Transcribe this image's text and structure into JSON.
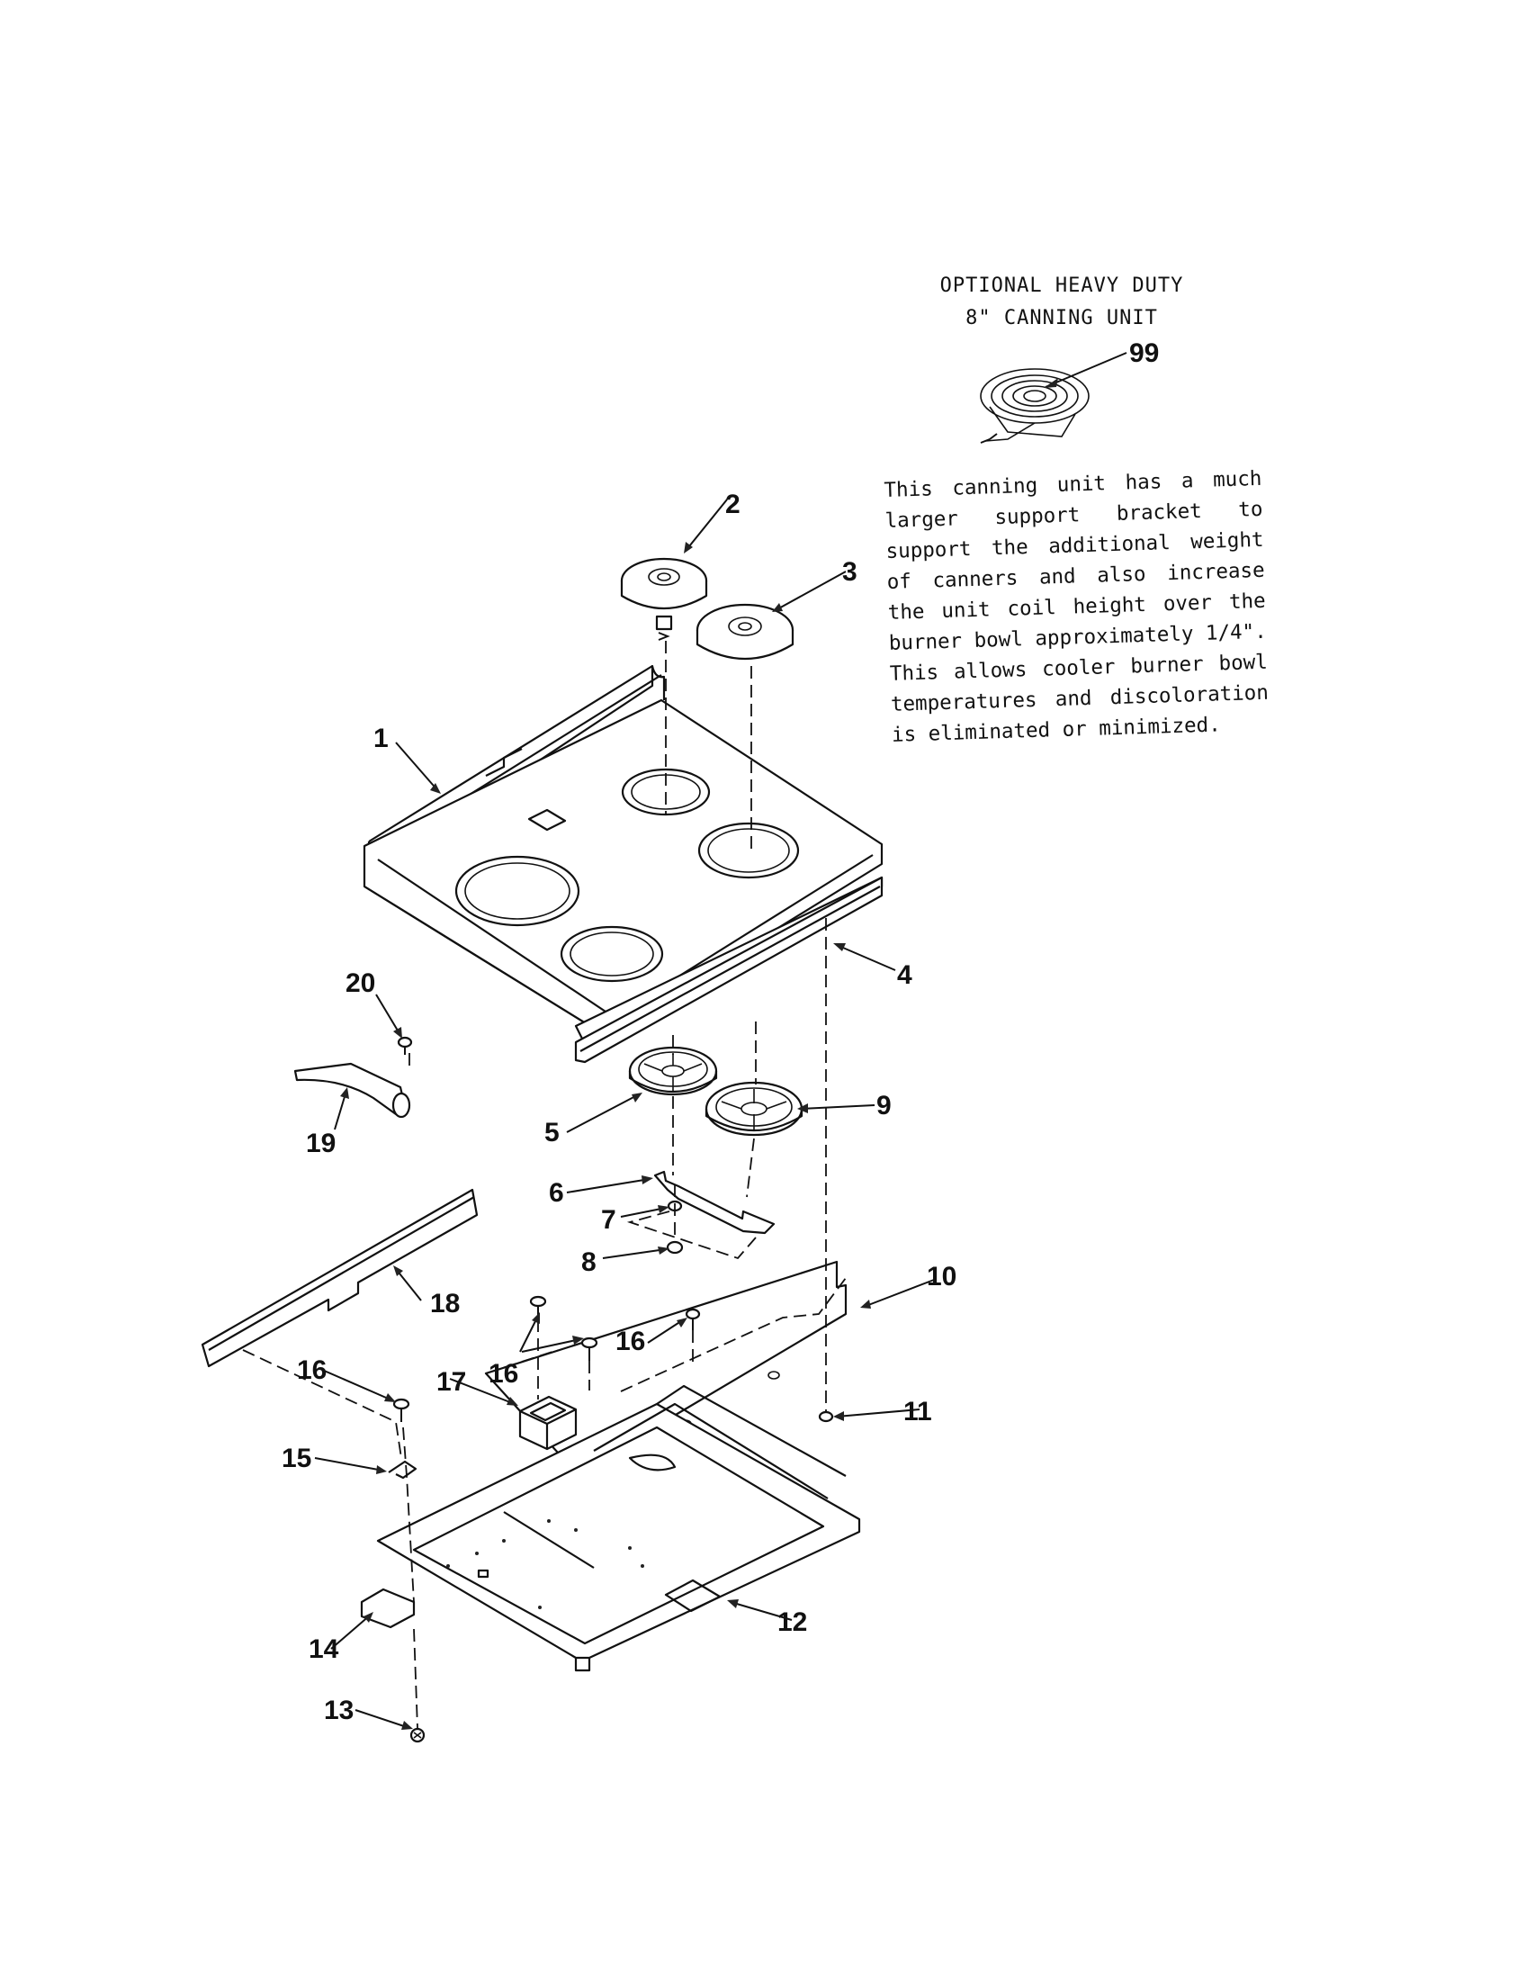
{
  "canning_unit": {
    "title_line1": "OPTIONAL HEAVY DUTY",
    "title_line2": "8\" CANNING UNIT",
    "part_number": "99",
    "description_lines": [
      "This canning unit has a much",
      "larger support bracket to",
      "support the additional weight",
      "of canners and also increase",
      "the unit coil height over the",
      "burner bowl approximately 1/4\".",
      "This allows cooler burner bowl",
      "temperatures and discoloration",
      "is eliminated or minimized."
    ]
  },
  "callouts": {
    "c1": "1",
    "c2": "2",
    "c3": "3",
    "c4": "4",
    "c5": "5",
    "c6": "6",
    "c7": "7",
    "c8": "8",
    "c9": "9",
    "c10": "10",
    "c11": "11",
    "c12": "12",
    "c13": "13",
    "c14": "14",
    "c15": "15",
    "c16a": "16",
    "c16b": "16",
    "c16c": "16",
    "c17": "17",
    "c18": "18",
    "c19": "19",
    "c20": "20"
  }
}
